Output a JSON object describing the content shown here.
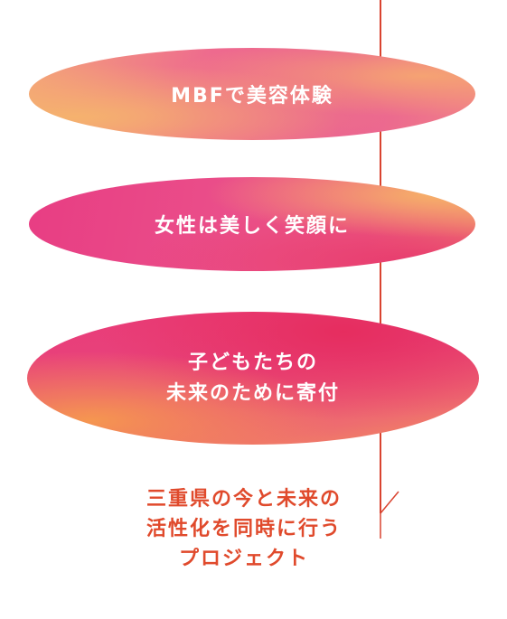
{
  "ellipses": [
    {
      "label": "MBFで美容体験"
    },
    {
      "label": "女性は美しく笑顔に"
    },
    {
      "lines": [
        "子どもたちの",
        "未来のために寄付"
      ]
    }
  ],
  "summary": {
    "lines": [
      "三重県の今と未来の",
      "活性化を同時に行う",
      "プロジェクト"
    ]
  },
  "colors": {
    "line": "#d9432f",
    "summary_text": "#e04a2c",
    "ellipse_text": "#ffffff"
  }
}
